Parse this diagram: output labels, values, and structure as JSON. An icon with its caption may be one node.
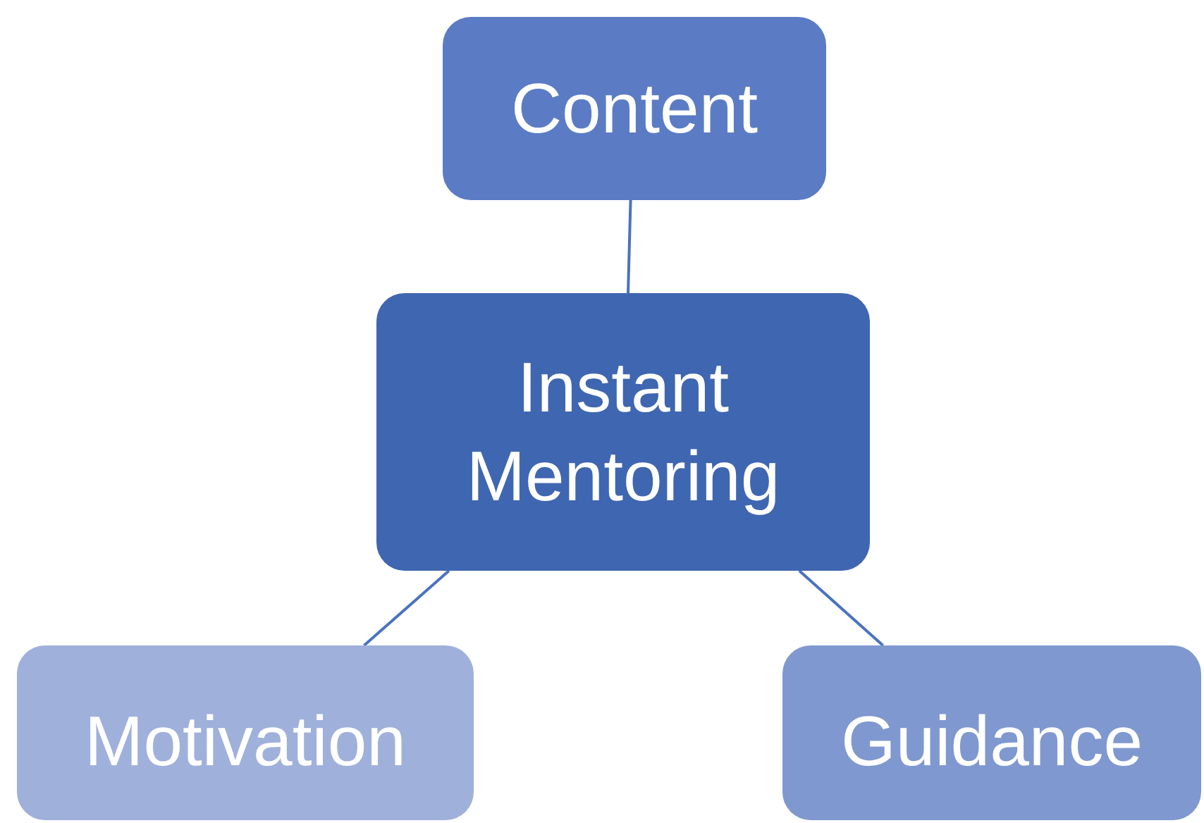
{
  "diagram": {
    "nodes": [
      {
        "text": [
          "Content"
        ]
      },
      {
        "text": [
          "Instant Mentoring"
        ]
      },
      {
        "text": [
          "Motivation"
        ]
      },
      {
        "text": [
          "Guidance"
        ]
      }
    ],
    "edges": [
      {
        "from": 0,
        "to": 1,
        "arrow": "none"
      },
      {
        "from": 1,
        "to": 2,
        "arrow": "none"
      },
      {
        "from": 1,
        "to": 3,
        "arrow": "none"
      }
    ]
  }
}
